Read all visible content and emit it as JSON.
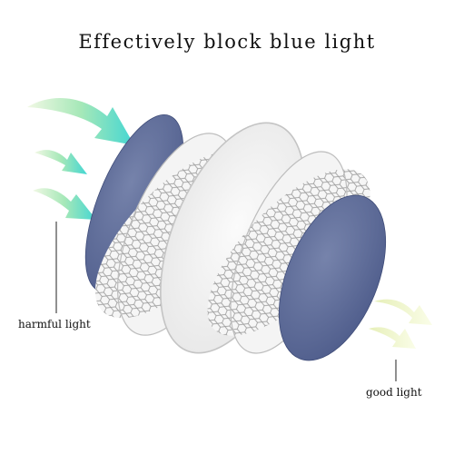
{
  "title": "Effectively block blue light",
  "labels": {
    "harmful": "harmful light",
    "good": "good light"
  },
  "colors": {
    "harmful_arrow_start": "#e9f6d6",
    "harmful_arrow_end": "#4fd9d0",
    "good_arrow_start": "#eef3c9",
    "good_arrow_end": "#f8fbe0",
    "blue_layer": "#5d6c9a",
    "mesh_layer": "#d9d9d9",
    "clear_layer": "#f2f2f2"
  },
  "layers": [
    {
      "kind": "blue-filter"
    },
    {
      "kind": "mesh"
    },
    {
      "kind": "clear"
    },
    {
      "kind": "mesh"
    },
    {
      "kind": "blue-filter"
    }
  ]
}
